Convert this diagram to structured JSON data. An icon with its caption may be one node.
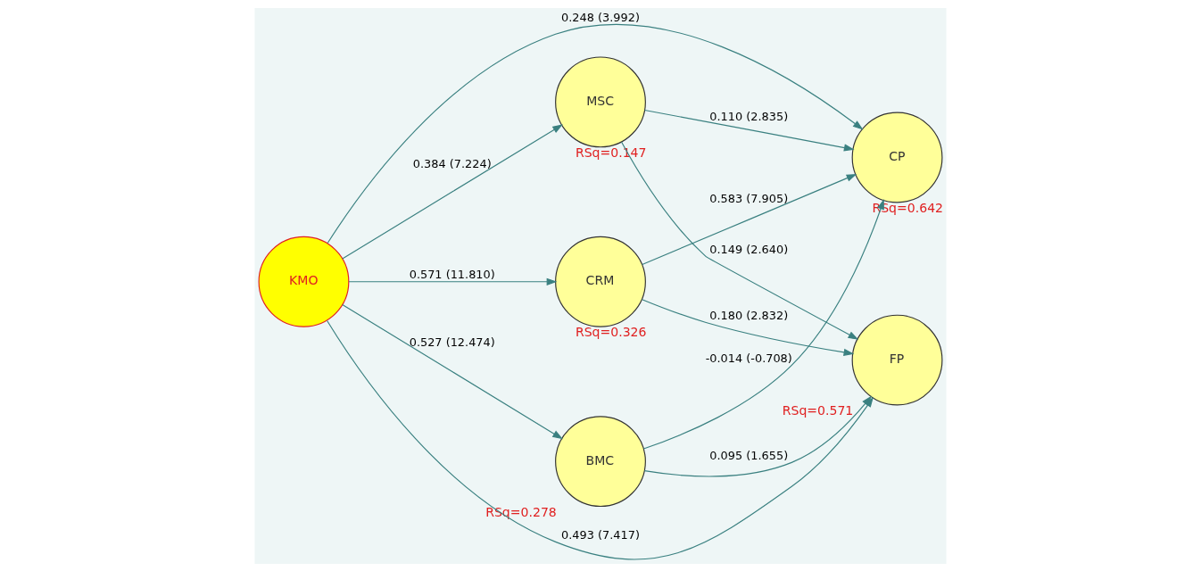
{
  "diagram": {
    "nodes": [
      {
        "text": [
          "KMO"
        ]
      },
      {
        "text": [
          "MSC"
        ],
        "beside": [
          "RSq=0.147"
        ]
      },
      {
        "text": [
          "CRM"
        ],
        "beside": [
          "RSq=0.326"
        ]
      },
      {
        "text": [
          "BMC"
        ],
        "beside": [
          "RSq=0.278"
        ]
      },
      {
        "text": [
          "CP"
        ],
        "beside": [
          "RSq=0.642"
        ]
      },
      {
        "text": [
          "FP"
        ],
        "beside": [
          "RSq=0.571"
        ]
      }
    ],
    "edges": [
      {
        "from": 0,
        "to": 1,
        "arrow": "to",
        "label": "0.384 (7.224)"
      },
      {
        "from": 0,
        "to": 4,
        "arrow": "to",
        "label": "0.248 (3.992)"
      },
      {
        "from": 0,
        "to": 2,
        "arrow": "to",
        "label": "0.571 (11.810)"
      },
      {
        "from": 0,
        "to": 3,
        "arrow": "to",
        "label": "0.527 (12.474)"
      },
      {
        "from": 0,
        "to": 5,
        "arrow": "to",
        "label": "0.493 (7.417)"
      },
      {
        "from": 1,
        "to": 4,
        "arrow": "to",
        "label": "0.110 (2.835)"
      },
      {
        "from": 1,
        "to": 5,
        "arrow": "to",
        "label": "0.149 (2.640)"
      },
      {
        "from": 2,
        "to": 4,
        "arrow": "to",
        "label": "0.583 (7.905)"
      },
      {
        "from": 2,
        "to": 5,
        "arrow": "to",
        "label": "0.180 (2.832)"
      },
      {
        "from": 3,
        "to": 4,
        "arrow": "to",
        "label": "-0.014 (-0.708)"
      },
      {
        "from": 3,
        "to": 5,
        "arrow": "to",
        "label": "0.095 (1.655)"
      }
    ]
  }
}
